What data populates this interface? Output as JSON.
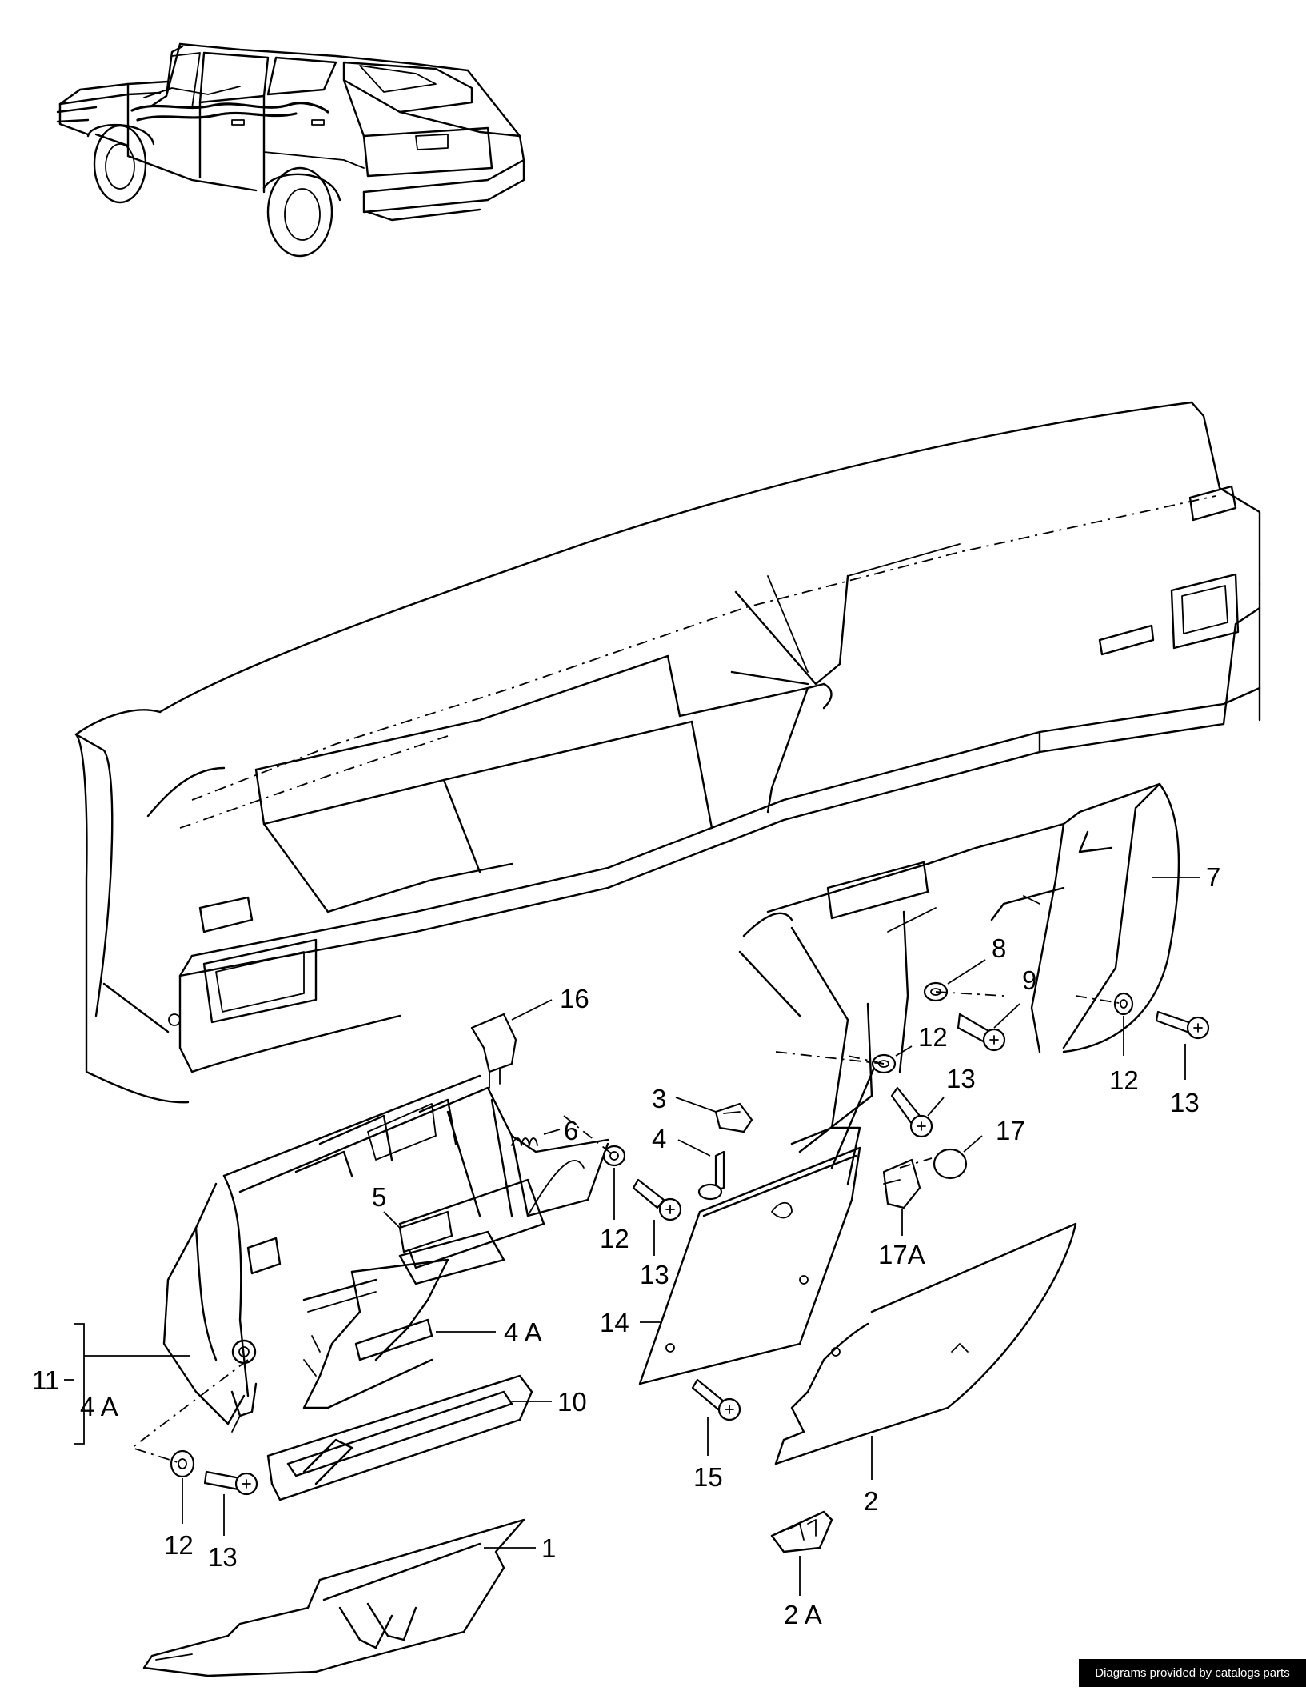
{
  "diagram": {
    "labels": [
      "1",
      "2",
      "2 A",
      "3",
      "4",
      "4",
      "4 A",
      "4 A",
      "5",
      "6",
      "7",
      "8",
      "9",
      "10",
      "11",
      "12",
      "12",
      "12",
      "12",
      "13",
      "13",
      "13",
      "13",
      "14",
      "15",
      "16",
      "17",
      "17A"
    ]
  },
  "footer": {
    "credit": "Diagrams provided by catalogs parts"
  }
}
